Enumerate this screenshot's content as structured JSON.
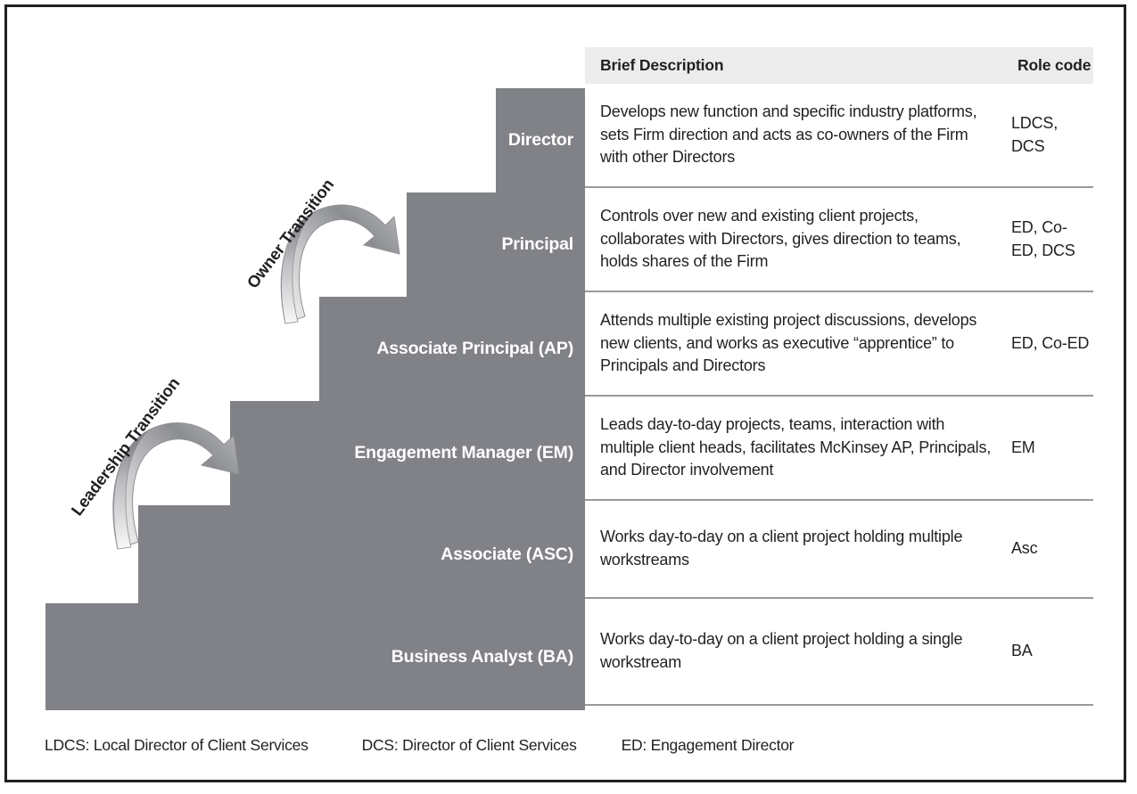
{
  "figure": {
    "title": "McKinsey career staircase with role descriptions",
    "colors": {
      "step_fill": "#808287",
      "step_label": "#ffffff",
      "header_background": "#ececec",
      "text": "#231f20",
      "row_divider": "#9a9a9e",
      "outer_border": "#231f20"
    }
  },
  "table": {
    "headers": {
      "description": "Brief Description",
      "role_code": "Role code"
    },
    "rows": [
      {
        "level": "Director",
        "description": "Develops new function and specific industry platforms, sets Firm direction and acts as co-owners of the Firm with other Directors",
        "role_code": "LDCS, DCS"
      },
      {
        "level": "Principal",
        "description": "Controls over new and existing client projects, collaborates with Directors, gives direction to teams, holds shares of the Firm",
        "role_code": "ED, Co-ED, DCS"
      },
      {
        "level": "Associate Principal (AP)",
        "description": "Attends multiple existing project discussions, develops new clients, and works as executive “apprentice” to Principals and Directors",
        "role_code": "ED, Co-ED"
      },
      {
        "level": "Engagement Manager (EM)",
        "description": "Leads day-to-day projects, teams, interaction with multiple client heads, facilitates McKinsey AP, Principals, and Director involvement",
        "role_code": "EM"
      },
      {
        "level": "Associate (ASC)",
        "description": "Works day-to-day on a client project holding multiple workstreams",
        "role_code": "Asc"
      },
      {
        "level": "Business Analyst (BA)",
        "description": "Works day-to-day on a client project holding a single workstream",
        "role_code": "BA"
      }
    ]
  },
  "transitions": [
    {
      "label": "Owner Transition"
    },
    {
      "label": "Leadership Transition"
    }
  ],
  "footnote": {
    "items": [
      "LDCS: Local Director of Client Services",
      "DCS: Director of Client Services",
      "ED: Engagement Director"
    ]
  }
}
